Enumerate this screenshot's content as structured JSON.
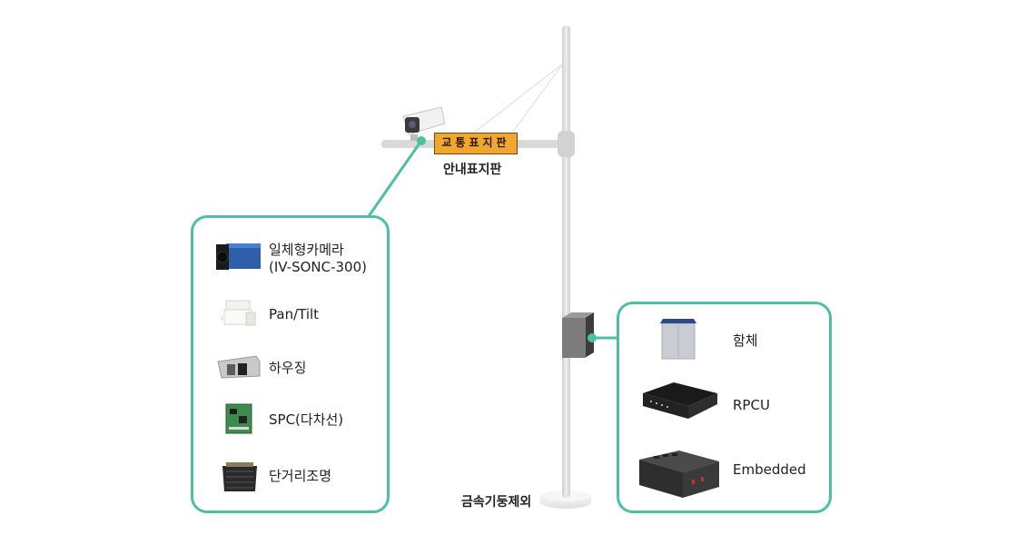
{
  "sign": {
    "board_text": "교통표지판",
    "caption": "안내표지판"
  },
  "pole": {
    "caption": "금속기둥제외"
  },
  "camera_components": {
    "items": [
      {
        "icon": "camera-icon",
        "label_line1": "일체형카메라",
        "label_line2": "(IV-SONC-300)"
      },
      {
        "icon": "pan-tilt-icon",
        "label": "Pan/Tilt"
      },
      {
        "icon": "housing-icon",
        "label": "하우징"
      },
      {
        "icon": "circuit-board-icon",
        "label": "SPC(다차선)"
      },
      {
        "icon": "led-light-icon",
        "label": "단거리조명"
      }
    ]
  },
  "cabinet_components": {
    "items": [
      {
        "icon": "cabinet-icon",
        "label": "함체"
      },
      {
        "icon": "rack-unit-icon",
        "label": "RPCU"
      },
      {
        "icon": "embedded-box-icon",
        "label": "Embedded"
      }
    ]
  },
  "colors": {
    "accent": "#4dbfa5",
    "sign": "#f1a62d",
    "pole": "#d9d9d9"
  }
}
